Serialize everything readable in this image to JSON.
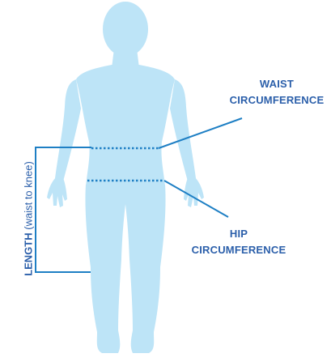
{
  "colors": {
    "body": "#bde4f7",
    "line": "#1e7fc4",
    "text": "#2b5faa"
  },
  "labels": {
    "waist": [
      "WAIST",
      "CIRCUMFERENCE"
    ],
    "hip": [
      "HIP",
      "CIRCUMFERENCE"
    ],
    "length_strong": "LENGTH",
    "length_rest": " (waist to knee)"
  }
}
